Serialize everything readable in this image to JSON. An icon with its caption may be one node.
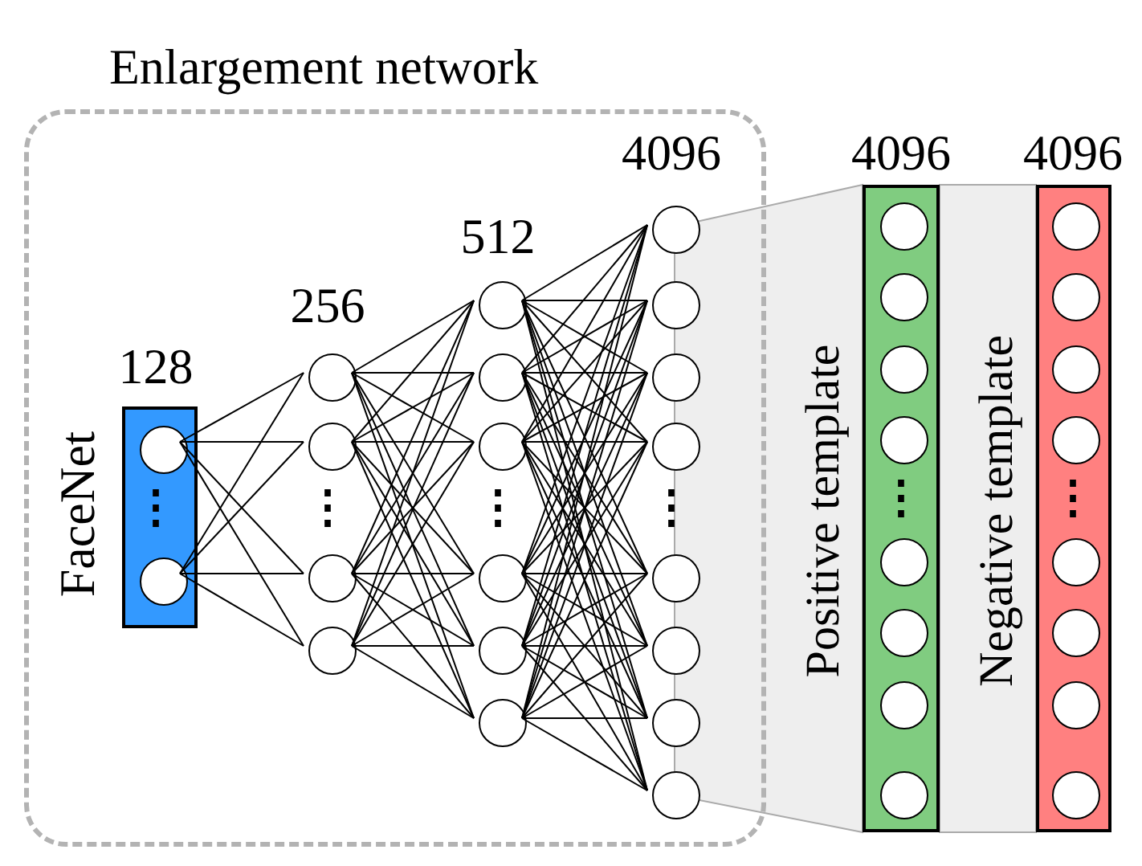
{
  "diagram": {
    "nodes": [
      {
        "text": [
          "Enlargement network"
        ]
      },
      {
        "text": [
          "FaceNet"
        ],
        "beside": [
          "128"
        ],
        "in": 0
      },
      {
        "text": [],
        "shape": "circle",
        "in": 1
      },
      {
        "text": [],
        "shape": "circle",
        "in": 1
      },
      {
        "text": [],
        "shape": "circle",
        "in": 0
      },
      {
        "text": [],
        "shape": "circle",
        "in": 0
      },
      {
        "text": [],
        "shape": "circle",
        "in": 0
      },
      {
        "text": [],
        "shape": "circle",
        "in": 0
      },
      {
        "text": [],
        "shape": "circle",
        "in": 0
      },
      {
        "text": [],
        "shape": "circle",
        "in": 0
      },
      {
        "text": [],
        "shape": "circle",
        "in": 0
      },
      {
        "text": [],
        "shape": "circle",
        "in": 0
      },
      {
        "text": [],
        "shape": "circle",
        "in": 0
      },
      {
        "text": [],
        "shape": "circle",
        "in": 0
      },
      {
        "text": [],
        "shape": "circle",
        "in": 0
      },
      {
        "text": [],
        "shape": "circle",
        "in": 0
      },
      {
        "text": [],
        "shape": "circle",
        "in": 0
      },
      {
        "text": [],
        "shape": "circle",
        "in": 0
      },
      {
        "text": [],
        "shape": "circle",
        "in": 0
      },
      {
        "text": [],
        "shape": "circle",
        "in": 0
      },
      {
        "text": [],
        "shape": "circle",
        "in": 0
      },
      {
        "text": [],
        "shape": "circle",
        "in": 0
      },
      {
        "text": [
          "Positive template"
        ],
        "beside": [
          "4096"
        ]
      },
      {
        "text": [],
        "shape": "circle",
        "in": 22
      },
      {
        "text": [],
        "shape": "circle",
        "in": 22
      },
      {
        "text": [],
        "shape": "circle",
        "in": 22
      },
      {
        "text": [],
        "shape": "circle",
        "in": 22
      },
      {
        "text": [],
        "shape": "circle",
        "in": 22
      },
      {
        "text": [],
        "shape": "circle",
        "in": 22
      },
      {
        "text": [],
        "shape": "circle",
        "in": 22
      },
      {
        "text": [],
        "shape": "circle",
        "in": 22
      },
      {
        "text": [
          "Negative template"
        ],
        "beside": [
          "4096"
        ]
      },
      {
        "text": [],
        "shape": "circle",
        "in": 31
      },
      {
        "text": [],
        "shape": "circle",
        "in": 31
      },
      {
        "text": [],
        "shape": "circle",
        "in": 31
      },
      {
        "text": [],
        "shape": "circle",
        "in": 31
      },
      {
        "text": [],
        "shape": "circle",
        "in": 31
      },
      {
        "text": [],
        "shape": "circle",
        "in": 31
      },
      {
        "text": [],
        "shape": "circle",
        "in": 31
      },
      {
        "text": [],
        "shape": "circle",
        "in": 31
      }
    ],
    "edges": [
      {
        "from": 2,
        "to": 4,
        "arrow": "none"
      },
      {
        "from": 2,
        "to": 5,
        "arrow": "none"
      },
      {
        "from": 2,
        "to": 6,
        "arrow": "none"
      },
      {
        "from": 2,
        "to": 7,
        "arrow": "none"
      },
      {
        "from": 3,
        "to": 4,
        "arrow": "none"
      },
      {
        "from": 3,
        "to": 5,
        "arrow": "none"
      },
      {
        "from": 3,
        "to": 6,
        "arrow": "none"
      },
      {
        "from": 3,
        "to": 7,
        "arrow": "none"
      },
      {
        "from": 4,
        "to": 8,
        "arrow": "none"
      },
      {
        "from": 4,
        "to": 9,
        "arrow": "none"
      },
      {
        "from": 4,
        "to": 10,
        "arrow": "none"
      },
      {
        "from": 4,
        "to": 11,
        "arrow": "none"
      },
      {
        "from": 4,
        "to": 12,
        "arrow": "none"
      },
      {
        "from": 4,
        "to": 13,
        "arrow": "none"
      },
      {
        "from": 5,
        "to": 8,
        "arrow": "none"
      },
      {
        "from": 5,
        "to": 9,
        "arrow": "none"
      },
      {
        "from": 5,
        "to": 10,
        "arrow": "none"
      },
      {
        "from": 5,
        "to": 11,
        "arrow": "none"
      },
      {
        "from": 5,
        "to": 12,
        "arrow": "none"
      },
      {
        "from": 5,
        "to": 13,
        "arrow": "none"
      },
      {
        "from": 6,
        "to": 8,
        "arrow": "none"
      },
      {
        "from": 6,
        "to": 9,
        "arrow": "none"
      },
      {
        "from": 6,
        "to": 10,
        "arrow": "none"
      },
      {
        "from": 6,
        "to": 11,
        "arrow": "none"
      },
      {
        "from": 6,
        "to": 12,
        "arrow": "none"
      },
      {
        "from": 6,
        "to": 13,
        "arrow": "none"
      },
      {
        "from": 7,
        "to": 8,
        "arrow": "none"
      },
      {
        "from": 7,
        "to": 9,
        "arrow": "none"
      },
      {
        "from": 7,
        "to": 10,
        "arrow": "none"
      },
      {
        "from": 7,
        "to": 11,
        "arrow": "none"
      },
      {
        "from": 7,
        "to": 12,
        "arrow": "none"
      },
      {
        "from": 7,
        "to": 13,
        "arrow": "none"
      },
      {
        "from": 8,
        "to": 14,
        "arrow": "none"
      },
      {
        "from": 8,
        "to": 15,
        "arrow": "none"
      },
      {
        "from": 8,
        "to": 16,
        "arrow": "none"
      },
      {
        "from": 8,
        "to": 17,
        "arrow": "none"
      },
      {
        "from": 8,
        "to": 18,
        "arrow": "none"
      },
      {
        "from": 8,
        "to": 19,
        "arrow": "none"
      },
      {
        "from": 8,
        "to": 20,
        "arrow": "none"
      },
      {
        "from": 8,
        "to": 21,
        "arrow": "none"
      },
      {
        "from": 9,
        "to": 14,
        "arrow": "none"
      },
      {
        "from": 9,
        "to": 15,
        "arrow": "none"
      },
      {
        "from": 9,
        "to": 16,
        "arrow": "none"
      },
      {
        "from": 9,
        "to": 17,
        "arrow": "none"
      },
      {
        "from": 9,
        "to": 18,
        "arrow": "none"
      },
      {
        "from": 9,
        "to": 19,
        "arrow": "none"
      },
      {
        "from": 9,
        "to": 20,
        "arrow": "none"
      },
      {
        "from": 9,
        "to": 21,
        "arrow": "none"
      },
      {
        "from": 10,
        "to": 14,
        "arrow": "none"
      },
      {
        "from": 10,
        "to": 15,
        "arrow": "none"
      },
      {
        "from": 10,
        "to": 16,
        "arrow": "none"
      },
      {
        "from": 10,
        "to": 17,
        "arrow": "none"
      },
      {
        "from": 10,
        "to": 18,
        "arrow": "none"
      },
      {
        "from": 10,
        "to": 19,
        "arrow": "none"
      },
      {
        "from": 10,
        "to": 20,
        "arrow": "none"
      },
      {
        "from": 10,
        "to": 21,
        "arrow": "none"
      },
      {
        "from": 11,
        "to": 14,
        "arrow": "none"
      },
      {
        "from": 11,
        "to": 15,
        "arrow": "none"
      },
      {
        "from": 11,
        "to": 16,
        "arrow": "none"
      },
      {
        "from": 11,
        "to": 17,
        "arrow": "none"
      },
      {
        "from": 11,
        "to": 18,
        "arrow": "none"
      },
      {
        "from": 11,
        "to": 19,
        "arrow": "none"
      },
      {
        "from": 11,
        "to": 20,
        "arrow": "none"
      },
      {
        "from": 11,
        "to": 21,
        "arrow": "none"
      },
      {
        "from": 12,
        "to": 14,
        "arrow": "none"
      },
      {
        "from": 12,
        "to": 15,
        "arrow": "none"
      },
      {
        "from": 12,
        "to": 16,
        "arrow": "none"
      },
      {
        "from": 12,
        "to": 17,
        "arrow": "none"
      },
      {
        "from": 12,
        "to": 18,
        "arrow": "none"
      },
      {
        "from": 12,
        "to": 19,
        "arrow": "none"
      },
      {
        "from": 12,
        "to": 20,
        "arrow": "none"
      },
      {
        "from": 12,
        "to": 21,
        "arrow": "none"
      },
      {
        "from": 13,
        "to": 14,
        "arrow": "none"
      },
      {
        "from": 13,
        "to": 15,
        "arrow": "none"
      },
      {
        "from": 13,
        "to": 16,
        "arrow": "none"
      },
      {
        "from": 13,
        "to": 17,
        "arrow": "none"
      },
      {
        "from": 13,
        "to": 18,
        "arrow": "none"
      },
      {
        "from": 13,
        "to": 19,
        "arrow": "none"
      },
      {
        "from": 13,
        "to": 20,
        "arrow": "none"
      },
      {
        "from": 13,
        "to": 21,
        "arrow": "none"
      }
    ],
    "labels": [
      "256",
      "512",
      "4096",
      "⋮",
      "⋮",
      "⋮",
      "⋮",
      "⋮",
      "⋮"
    ]
  }
}
